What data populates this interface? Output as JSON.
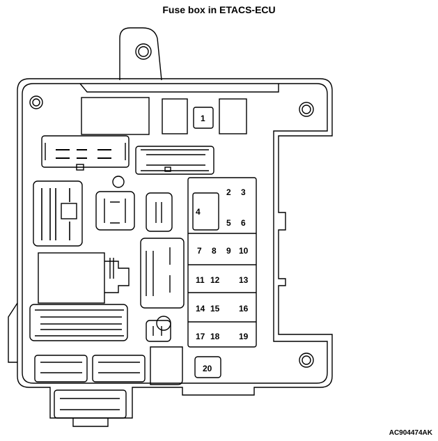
{
  "title": "Fuse box in ETACS-ECU",
  "figure_code": "AC904474AK",
  "fuses": [
    {
      "label": "1"
    },
    {
      "label": "2"
    },
    {
      "label": "3"
    },
    {
      "label": "4"
    },
    {
      "label": "5"
    },
    {
      "label": "6"
    },
    {
      "label": "7"
    },
    {
      "label": "8"
    },
    {
      "label": "9"
    },
    {
      "label": "10"
    },
    {
      "label": "11"
    },
    {
      "label": "12"
    },
    {
      "label": "13"
    },
    {
      "label": "14"
    },
    {
      "label": "15"
    },
    {
      "label": "16"
    },
    {
      "label": "17"
    },
    {
      "label": "18"
    },
    {
      "label": "19"
    },
    {
      "label": "20"
    }
  ]
}
